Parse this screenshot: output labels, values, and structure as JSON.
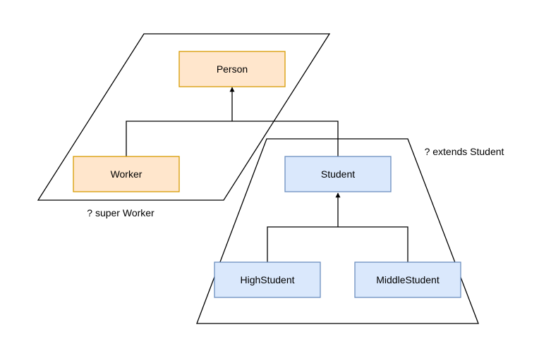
{
  "diagram": {
    "nodes": {
      "person": {
        "label": "Person"
      },
      "worker": {
        "label": "Worker"
      },
      "student": {
        "label": "Student"
      },
      "high_student": {
        "label": "HighStudent"
      },
      "middle_student": {
        "label": "MiddleStudent"
      }
    },
    "regions": {
      "super_worker": {
        "label": "? super Worker"
      },
      "extends_student": {
        "label": "? extends Student"
      }
    }
  },
  "colors": {
    "orange_fill": "#ffe6cc",
    "orange_stroke": "#d79b00",
    "blue_fill": "#dae8fc",
    "blue_stroke": "#6c8ebf",
    "line": "#000000"
  }
}
